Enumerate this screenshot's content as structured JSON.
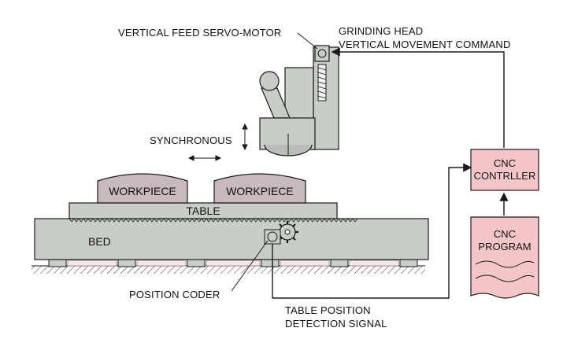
{
  "labels": {
    "vertical_feed_servo_motor": "VERTICAL FEED SERVO-MOTOR",
    "grinding_head": "GRINDING HEAD",
    "vertical_movement_command": "VERTICAL MOVEMENT COMMAND",
    "synchronous": "SYNCHRONOUS",
    "workpiece_1": "WORKPIECE",
    "workpiece_2": "WORKPIECE",
    "table": "TABLE",
    "bed": "BED",
    "position_coder": "POSITION CODER",
    "table_position_line1": "TABLE POSITION",
    "table_position_line2": "DETECTION SIGNAL",
    "cnc_controller_line1": "CNC",
    "cnc_controller_line2": "CONTRLLER",
    "cnc_program_line1": "CNC",
    "cnc_program_line2": "PROGRAM"
  },
  "colors": {
    "machine_gray": "#c9cdc7",
    "workpiece_fill": "#c9b9bf",
    "cnc_box_fill": "#f4c6c8",
    "outline": "#1a1a1a"
  },
  "icons": {
    "motor": "servo-motor-icon",
    "grinding_wheel": "grinding-wheel-icon",
    "gear": "gear-icon",
    "coder": "position-coder-icon"
  }
}
